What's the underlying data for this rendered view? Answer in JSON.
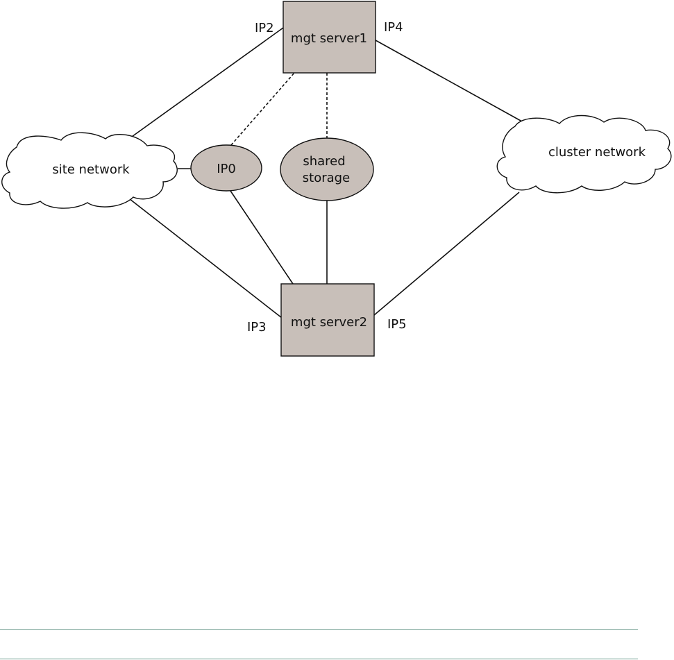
{
  "diagram": {
    "nodes": {
      "mgt_server1": {
        "label": "mgt server1",
        "shape": "rectangle"
      },
      "mgt_server2": {
        "label": "mgt server2",
        "shape": "rectangle"
      },
      "ip0": {
        "label": "IP0",
        "shape": "ellipse"
      },
      "shared_storage": {
        "label_line1": "shared",
        "label_line2": "storage",
        "shape": "ellipse"
      },
      "site_network": {
        "label": "site network",
        "shape": "cloud"
      },
      "cluster_network": {
        "label": "cluster network",
        "shape": "cloud"
      }
    },
    "interface_labels": {
      "ip2": "IP2",
      "ip3": "IP3",
      "ip4": "IP4",
      "ip5": "IP5"
    },
    "connections": [
      {
        "from": "site_network",
        "to": "mgt_server1",
        "style": "solid"
      },
      {
        "from": "site_network",
        "to": "mgt_server2",
        "style": "solid"
      },
      {
        "from": "site_network",
        "to": "ip0",
        "style": "solid"
      },
      {
        "from": "cluster_network",
        "to": "mgt_server1",
        "style": "solid"
      },
      {
        "from": "cluster_network",
        "to": "mgt_server2",
        "style": "solid"
      },
      {
        "from": "ip0",
        "to": "mgt_server1",
        "style": "dashed"
      },
      {
        "from": "shared_storage",
        "to": "mgt_server1",
        "style": "dashed"
      },
      {
        "from": "ip0",
        "to": "mgt_server2",
        "style": "solid"
      },
      {
        "from": "shared_storage",
        "to": "mgt_server2",
        "style": "solid"
      }
    ],
    "colors": {
      "node_fill": "#c8bfb9",
      "stroke": "#111111",
      "cloud_fill": "#ffffff",
      "rule": "#6a9a8c"
    }
  }
}
